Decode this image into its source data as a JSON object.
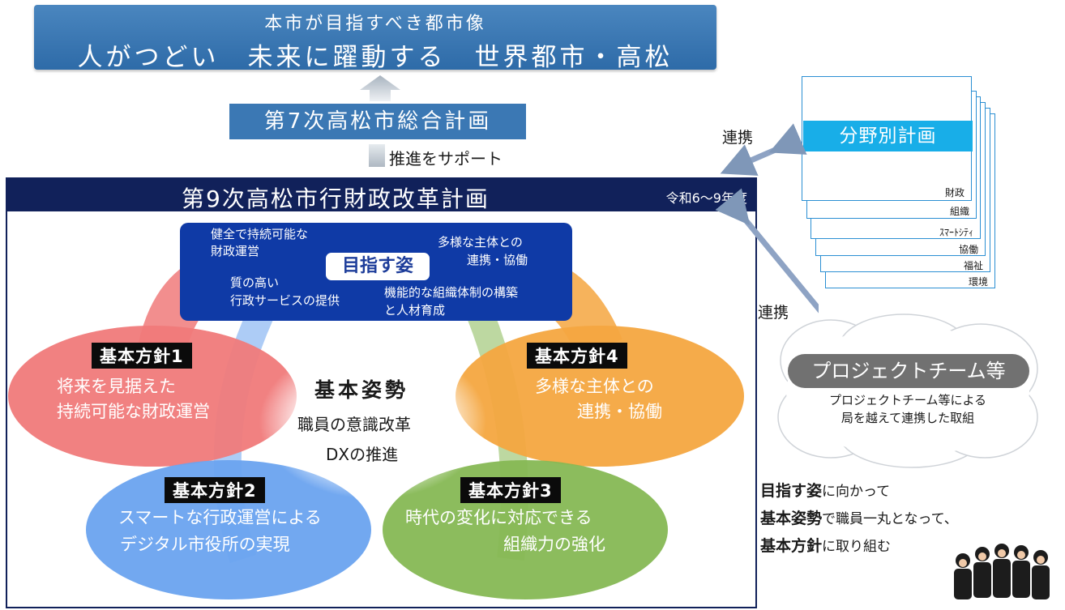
{
  "vision": {
    "title": "本市が目指すべき都市像",
    "slogan": "人がつどい　未来に躍動する　世界都市・高松"
  },
  "general_plan": "第7次高松市総合計画",
  "support_label": "推進をサポート",
  "reform_plan": {
    "title": "第9次高松市行財政改革計画",
    "period": "令和6～9年度"
  },
  "goal": {
    "label": "目指す姿",
    "items": [
      "健全で持続可能な",
      "財政運営",
      "多様な主体との",
      "連携・協働",
      "質の高い",
      "行政サービスの提供",
      "機能的な組織体制の構築",
      "と人材育成"
    ]
  },
  "stance": {
    "title": "基本姿勢",
    "line1": "職員の意識改革",
    "line2": "DXの推進"
  },
  "policies": [
    {
      "tag": "基本方針1",
      "line1": "将来を見据えた",
      "line2": "持続可能な財政運営",
      "color": "#f07a7a"
    },
    {
      "tag": "基本方針2",
      "line1": "スマートな行政運営による",
      "line2": "デジタル市役所の実現",
      "color": "#6aa3ef"
    },
    {
      "tag": "基本方針3",
      "line1": "時代の変化に対応できる",
      "line2": "組織力の強化",
      "color": "#86b854"
    },
    {
      "tag": "基本方針4",
      "line1": "多様な主体との",
      "line2": "連携・協働",
      "color": "#f4a640"
    }
  ],
  "field_plans": {
    "label": "分野別計画",
    "items": [
      "財政",
      "組織",
      "ｽﾏｰﾄｼﾃｨ",
      "協働",
      "福祉",
      "環境"
    ]
  },
  "link_labels": [
    "連携",
    "連携"
  ],
  "project_team": {
    "label": "プロジェクトチーム等",
    "line1": "プロジェクトチーム等による",
    "line2": "局を越えて連携した取組"
  },
  "summary": {
    "l1_bold": "目指す姿",
    "l1_rest": "に向かって",
    "l2_bold": "基本姿勢",
    "l2_rest": "で職員一丸となって、",
    "l3_bold": "基本方針",
    "l3_rest": "に取り組む"
  },
  "icons": [
    "up-arrow-icon",
    "double-arrow-icon",
    "cloud-icon",
    "staff-group-icon"
  ]
}
